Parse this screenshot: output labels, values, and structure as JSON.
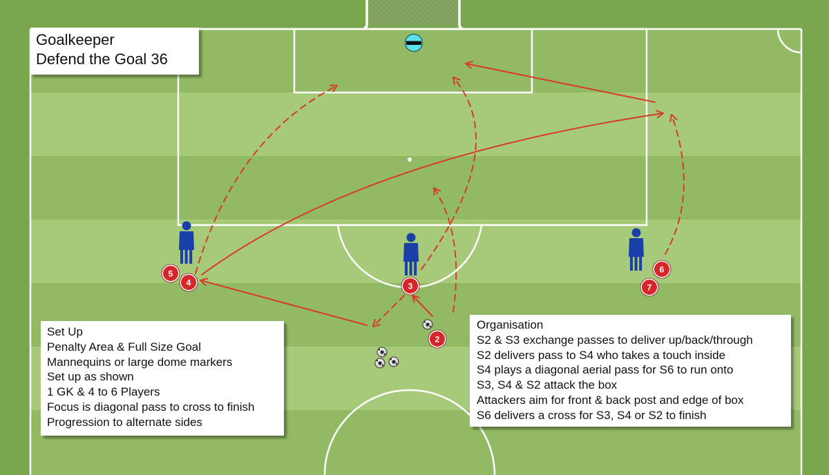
{
  "title": {
    "line1": "Goalkeeper",
    "line2": "Defend the Goal 36"
  },
  "setup": {
    "heading": "Set Up",
    "lines": [
      "Penalty Area & Full Size Goal",
      "Mannequins or large dome markers",
      "Set up as shown",
      "1 GK & 4 to 6 Players",
      "Focus is diagonal pass to cross to finish",
      "Progression to alternate sides"
    ]
  },
  "organisation": {
    "heading": "Organisation",
    "lines": [
      "S2 & S3 exchange passes to deliver up/back/through",
      "S2 delivers pass to S4 who takes a touch inside",
      "S4 plays a diagonal aerial pass for S6 to run onto",
      "S3, S4 & S2 attack the box",
      "Attackers aim for front & back post and edge of box",
      "S6 delivers a cross for S3, S4 or S2 to finish"
    ]
  },
  "players": [
    {
      "label": "5"
    },
    {
      "label": "4"
    },
    {
      "label": "3"
    },
    {
      "label": "2"
    },
    {
      "label": "6"
    },
    {
      "label": "7"
    }
  ],
  "colors": {
    "grass_dark": "#7aa64d",
    "grass_light": "#a6c878",
    "line": "#ffffff",
    "arrow": "#d83a2a",
    "player": "#d6262a",
    "mannequin": "#1a3fa8",
    "goalkeeper": "#5ce0ea"
  }
}
